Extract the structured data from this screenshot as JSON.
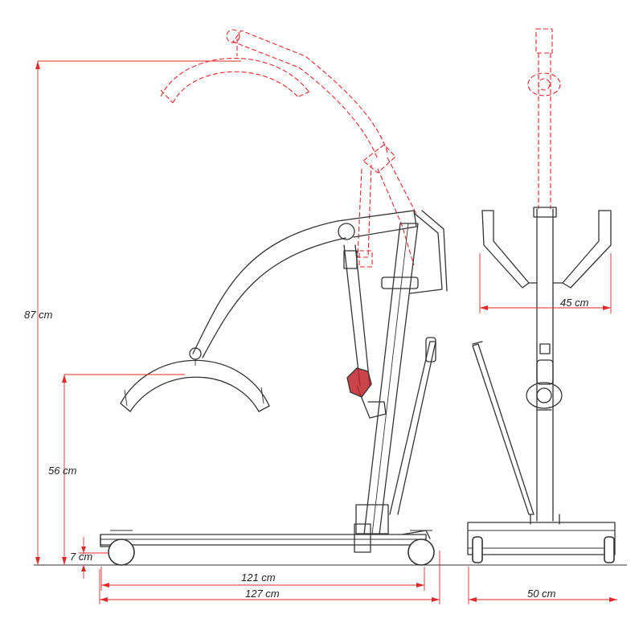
{
  "dimensions": {
    "max_height": "87 cm",
    "sling_bar_height": "56 cm",
    "ground_clearance": "7 cm",
    "wheelbase": "121 cm",
    "overall_length": "127 cm",
    "leg_spread": "45 cm",
    "base_width": "50 cm"
  },
  "colors": {
    "outline": "#333333",
    "raised_position": "#e02a2a",
    "dimension_lines": "#e02a2a",
    "actuator_highlight": "#c0252a"
  }
}
